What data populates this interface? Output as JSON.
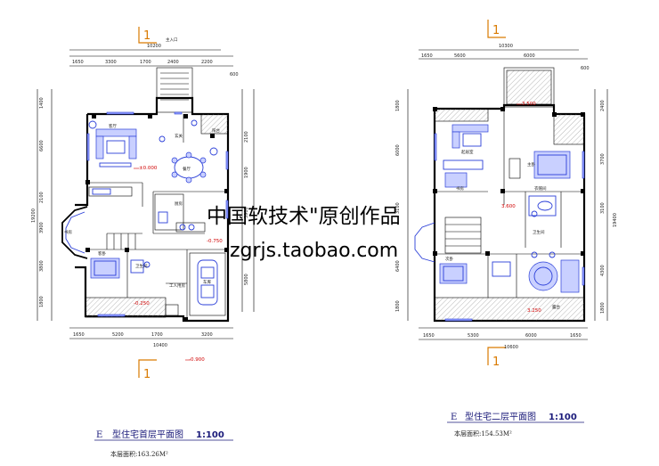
{
  "plan_left": {
    "axis_top": "1",
    "axis_bottom": "1",
    "entrance_label": "主入口",
    "dims_top_total": "10200",
    "dims_top": [
      "1650",
      "3300",
      "1700",
      "2400",
      "2200"
    ],
    "dims_top_small": "600",
    "dims_left": [
      "1400",
      "6600",
      "2100",
      "3900",
      "3800",
      "1800"
    ],
    "dims_left_total": "19200",
    "dims_right": [
      "2100",
      "1900",
      "3900",
      "5800"
    ],
    "dims_bottom": [
      "1650",
      "5200",
      "1700",
      "3200"
    ],
    "dims_bottom_total": "10400",
    "elevations": [
      "±0.000",
      "-0.750",
      "-0.250",
      "-0.900"
    ],
    "rooms": [
      "客厅",
      "餐厅",
      "玄关",
      "厨房",
      "卫生间",
      "客卧",
      "书房",
      "车库",
      "工人用房",
      "阳台"
    ],
    "title_prefix": "E",
    "title": "型住宅首层平面图",
    "scale": "1:100",
    "area": "本层面积:163.26M²"
  },
  "plan_right": {
    "axis_top": "1",
    "axis_bottom": "1",
    "dims_top_total": "10300",
    "dims_top": [
      "1650",
      "5600",
      "6000",
      "600"
    ],
    "dims_left": [
      "1800",
      "6000",
      "3100",
      "6400",
      "1800"
    ],
    "dims_right": [
      "2400",
      "3700",
      "3100",
      "4300",
      "1800"
    ],
    "dims_right_total": "19400",
    "dims_bottom": [
      "1650",
      "5300",
      "6000",
      "1650"
    ],
    "dims_bottom_total": "10600",
    "elevations": [
      "3.500",
      "3.600",
      "3.250"
    ],
    "rooms": [
      "起居室",
      "主卧",
      "卫生间",
      "次卧",
      "书房",
      "衣帽间",
      "露台"
    ],
    "title_prefix": "E",
    "title": "型住宅二层平面图",
    "scale": "1:100",
    "area": "本层面积:154.53M²"
  },
  "watermark": {
    "line1": "中国软技术\"原创作品",
    "line2": "zgrjs.taobao.com"
  }
}
